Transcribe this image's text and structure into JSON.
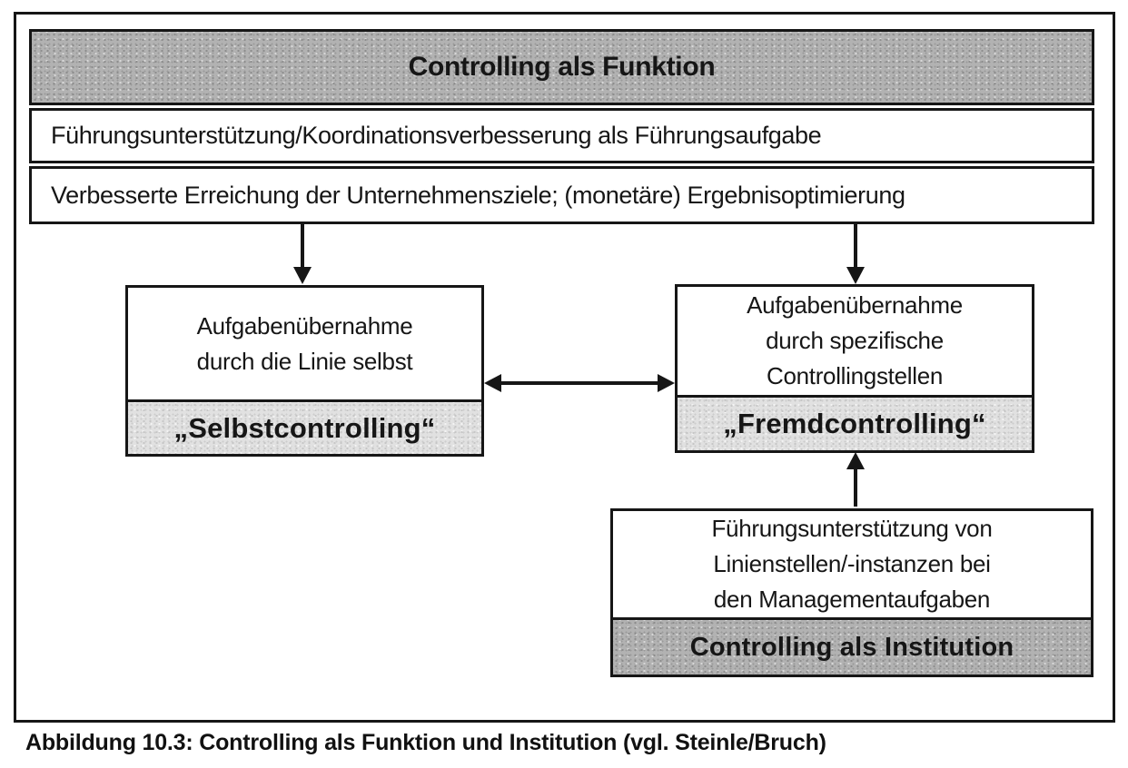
{
  "diagram": {
    "header_title": "Controlling als Funktion",
    "function_rows": [
      "Führungsunterstützung/Koordinationsverbesserung als Führungsaufgabe",
      "Verbesserte Erreichung der Unternehmensziele; (monetäre) Ergebnisoptimierung"
    ],
    "left_box": {
      "body": "Aufgabenübernahme\ndurch die Linie selbst",
      "label": "„Selbstcontrolling“"
    },
    "right_box": {
      "body": "Aufgabenübernahme\ndurch spezifische\nControllingstellen",
      "label": "„Fremdcontrolling“"
    },
    "bottom_box": {
      "body": "Führungsunterstützung von\nLinienstellen/-instanzen bei\nden Managementaufgaben",
      "label": "Controlling als Institution"
    },
    "caption": "Abbildung 10.3: Controlling als Funktion und Institution (vgl. Steinle/Bruch)",
    "colors": {
      "border": "#161616",
      "header_gray": "#b2b2b2",
      "label_light_gray": "#e1e1e1",
      "institution_gray": "#b2b2b2",
      "background": "#ffffff"
    }
  }
}
